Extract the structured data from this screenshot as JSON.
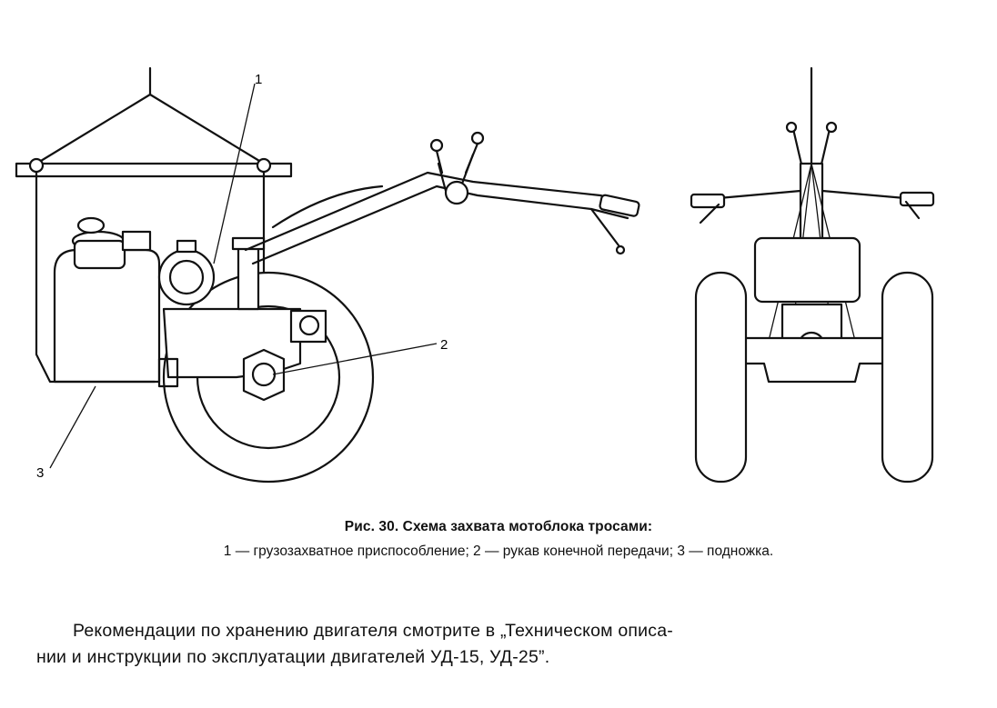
{
  "figure": {
    "callouts": [
      "1",
      "2",
      "3"
    ]
  },
  "caption": {
    "title": "Рис. 30. Схема захвата мотоблока тросами:",
    "legend": "1 — грузозахватное приспособление; 2 — рукав конечной передачи; 3 — подножка."
  },
  "body": {
    "line1": "Рекомендации по хранению двигателя смотрите в „Техническом описа-",
    "line2": "нии и инструкции по эксплуатации двигателей УД-15, УД-25”."
  }
}
